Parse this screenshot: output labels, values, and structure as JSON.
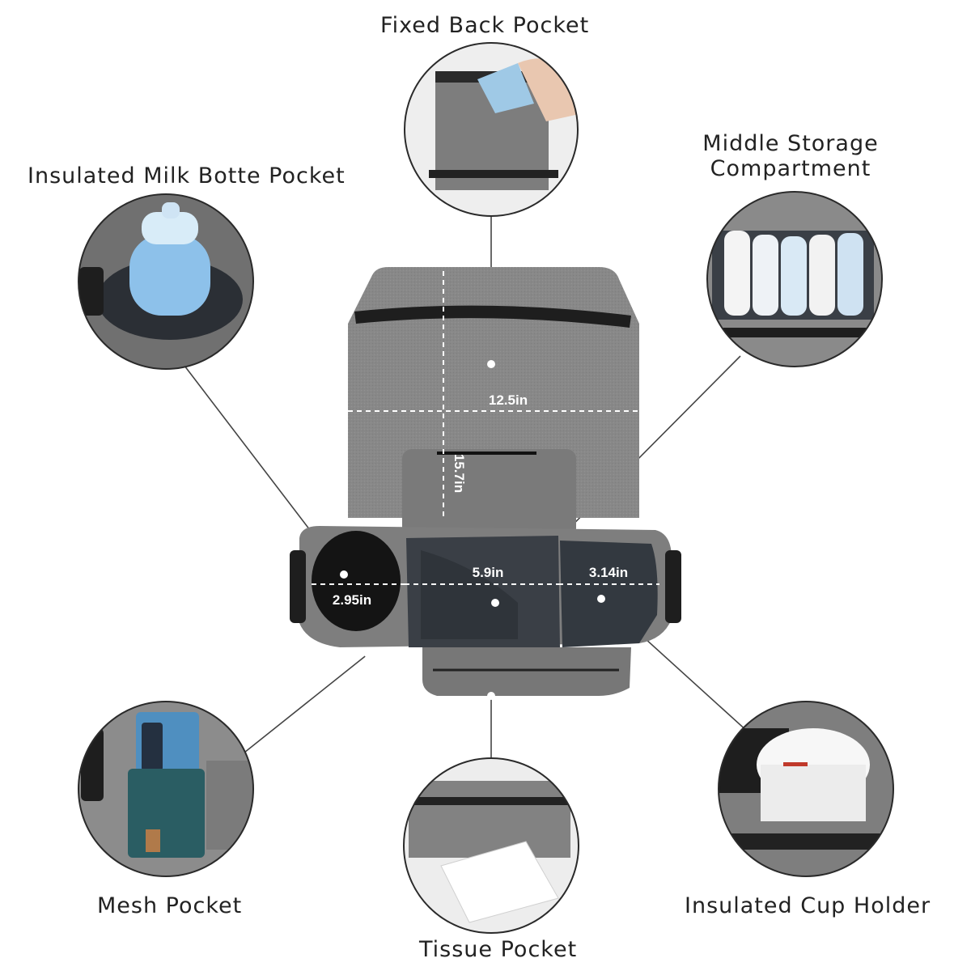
{
  "callouts": {
    "fixed_back_pocket": "Fixed Back Pocket",
    "middle_storage": [
      "Middle Storage",
      "Compartment"
    ],
    "insulated_milk_bottle_pocket": "Insulated Milk Botte Pocket",
    "mesh_pocket": "Mesh Pocket",
    "tissue_pocket": "Tissue Pocket",
    "insulated_cup_holder": "Insulated Cup Holder"
  },
  "dimensions": {
    "width": "12.5in",
    "height": "15.7in",
    "bottle_diameter": "2.95in",
    "middle_width": "5.9in",
    "cup_diameter": "3.14in"
  },
  "colors": {
    "fabric": "#8a8a8a",
    "fabric_dark": "#6e6e6e",
    "strap": "#1e1e1e",
    "lining": "#3a3f46",
    "label_text": "#222222"
  }
}
